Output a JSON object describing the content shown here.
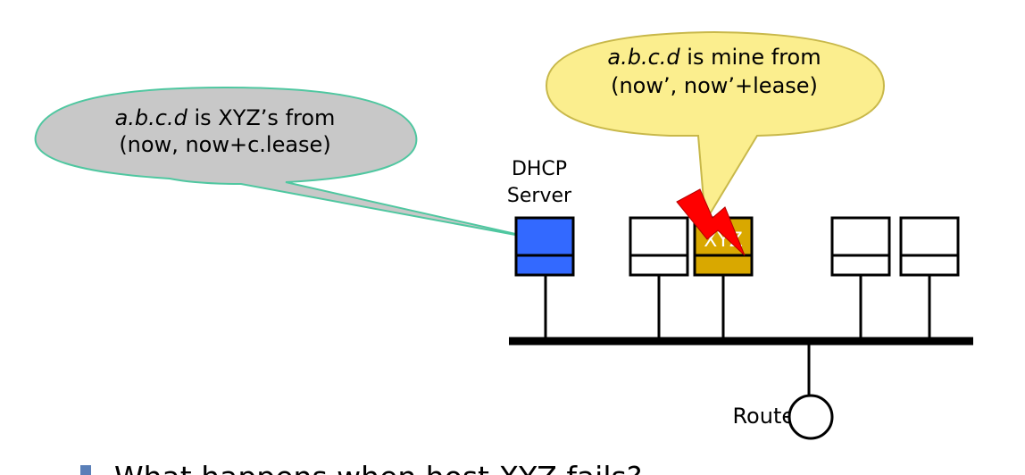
{
  "callout_server": {
    "address": "a.b.c.d",
    "line1_rest": " is XYZ’s from",
    "line2": "(now, now+c.lease)",
    "fill": "#c8c8c8",
    "stroke": "#4fc7a0"
  },
  "callout_host": {
    "address": "a.b.c.d",
    "line1_rest": " is mine from",
    "line2": "(now’, now’+lease)",
    "fill": "#fbee8e",
    "stroke": "#c8b84a"
  },
  "dhcp_server": {
    "label_line1": "DHCP",
    "label_line2": "Server",
    "color": "#3369ff"
  },
  "host_xyz": {
    "label": "XYZ",
    "color": "#d9a800"
  },
  "router": {
    "label": "Router"
  },
  "failure_mark": {
    "color": "#ff0000"
  },
  "question": {
    "text": "What happens when host XYZ fails?"
  }
}
